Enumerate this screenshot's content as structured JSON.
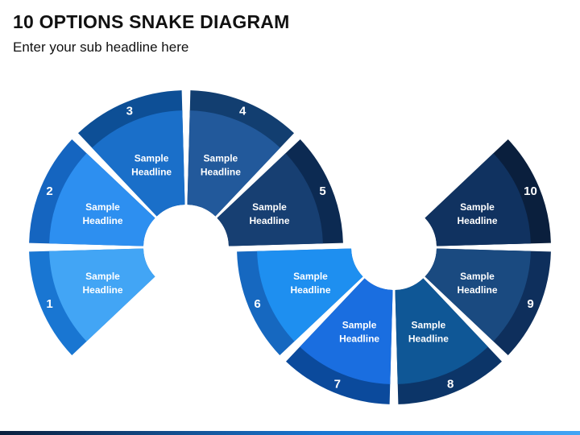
{
  "header": {
    "title": "10 OPTIONS SNAKE DIAGRAM",
    "subtitle": "Enter your sub headline here"
  },
  "diagram": {
    "segments": [
      {
        "number": "1",
        "line1": "Sample",
        "line2": "Headline",
        "outer_color": "#1976d2",
        "inner_color": "#42a5f5"
      },
      {
        "number": "2",
        "line1": "Sample",
        "line2": "Headline",
        "outer_color": "#1565c0",
        "inner_color": "#2d8ff0"
      },
      {
        "number": "3",
        "line1": "Sample",
        "line2": "Headline",
        "outer_color": "#0d4f96",
        "inner_color": "#1a6fc9"
      },
      {
        "number": "4",
        "line1": "Sample",
        "line2": "Headline",
        "outer_color": "#123e70",
        "inner_color": "#22599b"
      },
      {
        "number": "5",
        "line1": "Sample",
        "line2": "Headline",
        "outer_color": "#0c2a52",
        "inner_color": "#173f72"
      },
      {
        "number": "6",
        "line1": "Sample",
        "line2": "Headline",
        "outer_color": "#1668c0",
        "inner_color": "#1e8ff0"
      },
      {
        "number": "7",
        "line1": "Sample",
        "line2": "Headline",
        "outer_color": "#0b4a9c",
        "inner_color": "#1a6ee0"
      },
      {
        "number": "8",
        "line1": "Sample",
        "line2": "Headline",
        "outer_color": "#0c3568",
        "inner_color": "#0f5796"
      },
      {
        "number": "9",
        "line1": "Sample",
        "line2": "Headline",
        "outer_color": "#0e2f5c",
        "inner_color": "#1a4a80"
      },
      {
        "number": "10",
        "line1": "Sample",
        "line2": "Headline",
        "outer_color": "#0a1f3d",
        "inner_color": "#103260"
      }
    ]
  },
  "footer": {
    "bar_colors": [
      "#0a1f3d",
      "#1976d2",
      "#42a5f5"
    ]
  }
}
